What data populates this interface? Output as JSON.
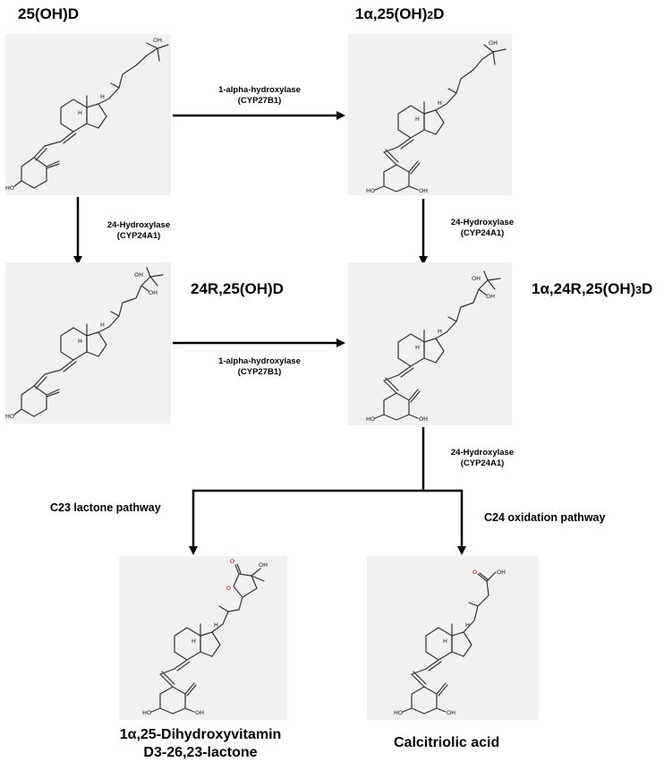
{
  "compounds": {
    "c1": "25(OH)D",
    "c2_main": "1α,25(OH)",
    "c2_sub": "2",
    "c2_end": "D",
    "c3": "24R,25(OH)D",
    "c4_main": "1α,24R,25(OH)",
    "c4_sub": "3",
    "c4_end": "D",
    "c5_line1": "1α,25-Dihydroxyvitamin",
    "c5_line2": "D3-26,23-lactone",
    "c6": "Calcitriolic acid"
  },
  "enzymes": {
    "hydroxylase1_name": "1-alpha-hydroxylase",
    "hydroxylase1_gene": "(CYP27B1)",
    "hydroxylase24_name": "24-Hydroxylase",
    "hydroxylase24_gene": "(CYP24A1)"
  },
  "pathways": {
    "lactone": "C23 lactone pathway",
    "oxidation": "C24 oxidation pathway"
  },
  "atoms": {
    "O": "O",
    "H": "H",
    "OH": "OH",
    "HO": "HO"
  }
}
